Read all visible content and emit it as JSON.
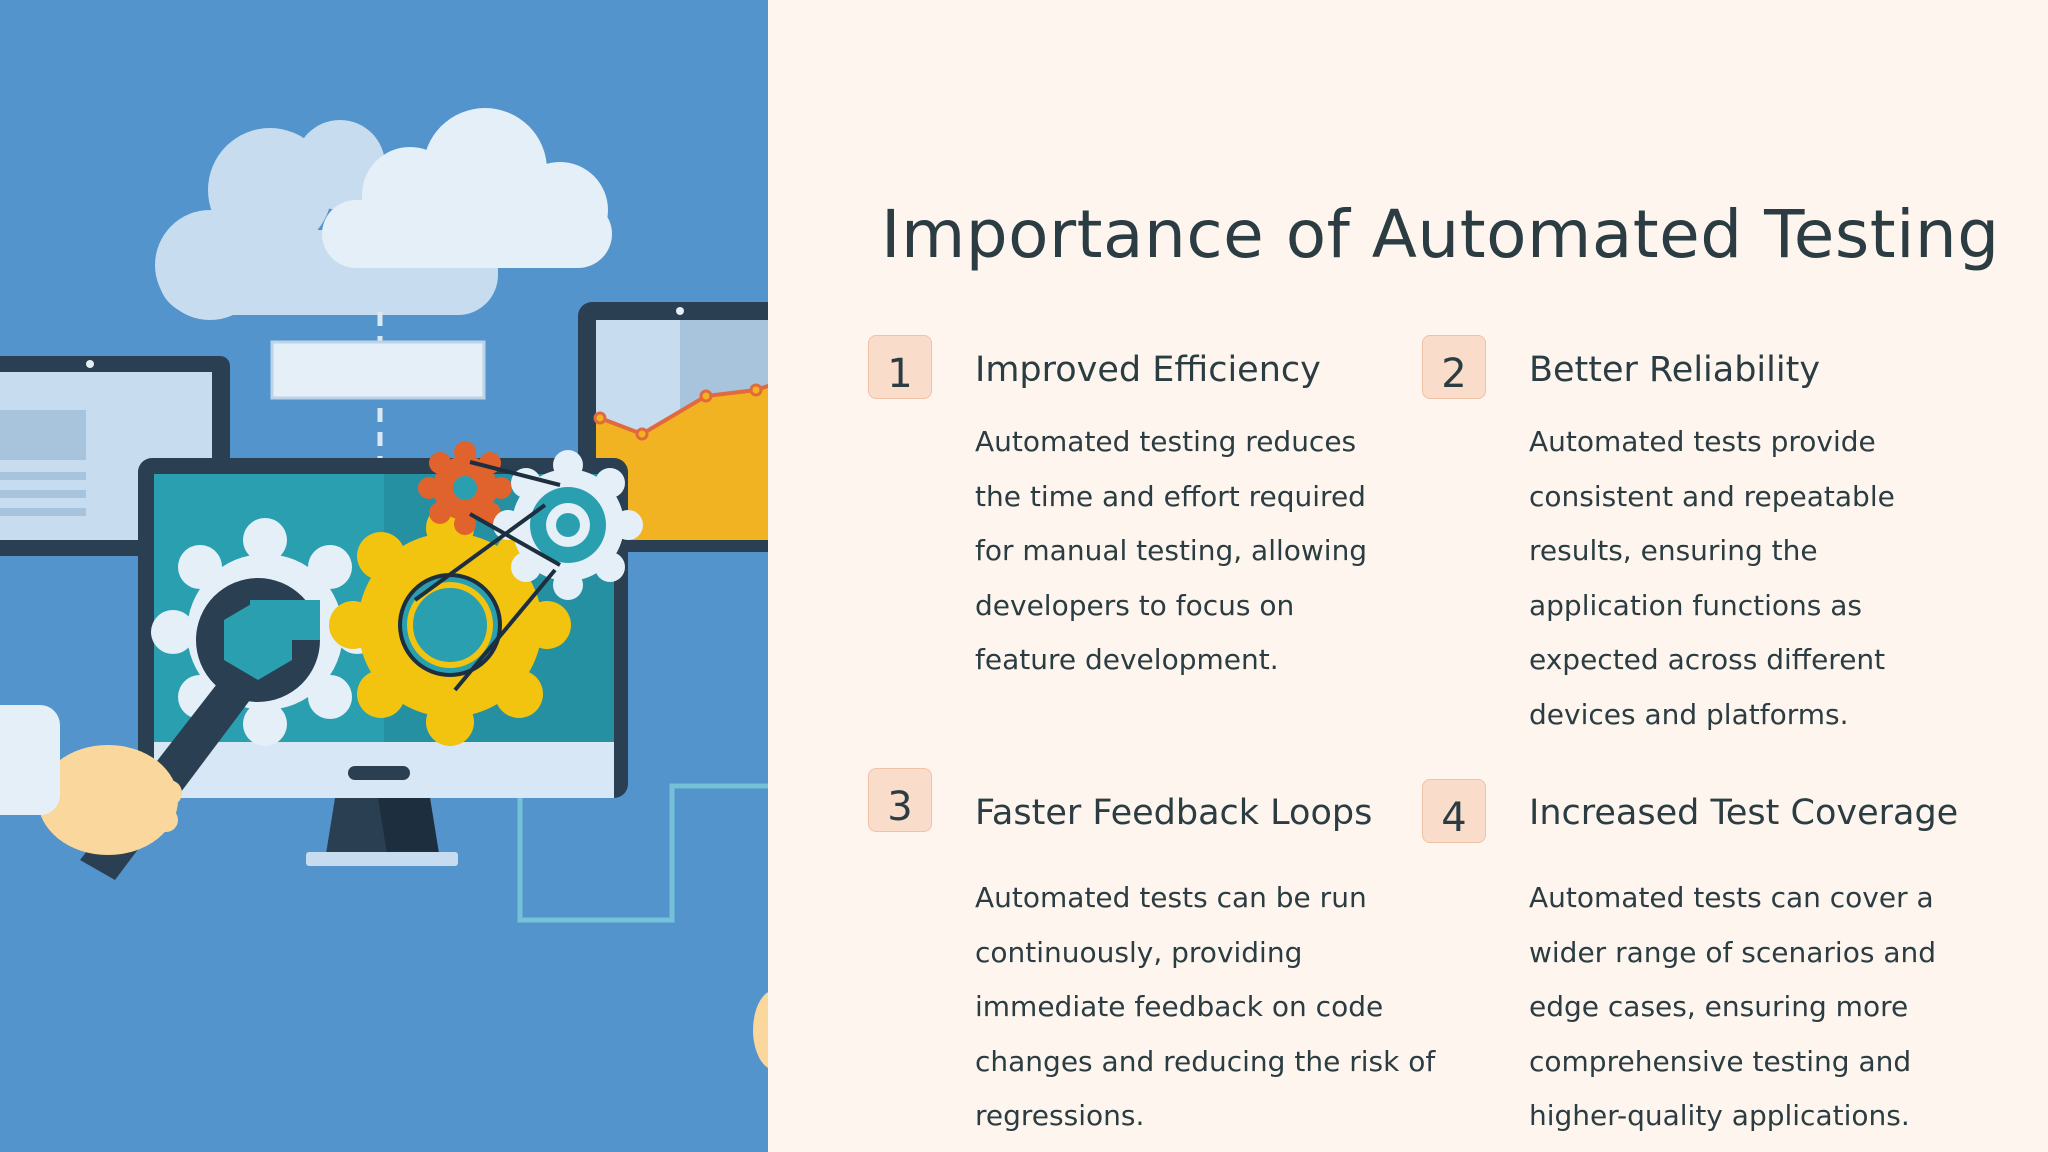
{
  "slide": {
    "title": "Importance of Automated Testing",
    "items": [
      {
        "number": "1",
        "heading": "Improved Efficiency",
        "body": "Automated testing reduces\nthe time and effort required\nfor manual testing, allowing\ndevelopers to focus on\nfeature development."
      },
      {
        "number": "2",
        "heading": "Better Reliability",
        "body": "Automated tests provide\nconsistent and repeatable\nresults, ensuring the\napplication functions as\nexpected across different\ndevices and platforms."
      },
      {
        "number": "3",
        "heading": "Faster Feedback Loops",
        "body": "Automated tests can be run\ncontinuously, providing\nimmediate feedback on code\nchanges and reducing the risk of\nregressions."
      },
      {
        "number": "4",
        "heading": "Increased Test Coverage",
        "body": "Automated tests can cover a\nwider range of scenarios and\nedge cases, ensuring more\ncomprehensive testing and\nhigher-quality applications."
      }
    ]
  },
  "colors": {
    "background": "#fef6ee",
    "illustration_background": "#5294cb",
    "text": "#2b3d42",
    "badge_fill": "#f9dcca",
    "badge_border": "#efc2a7"
  }
}
